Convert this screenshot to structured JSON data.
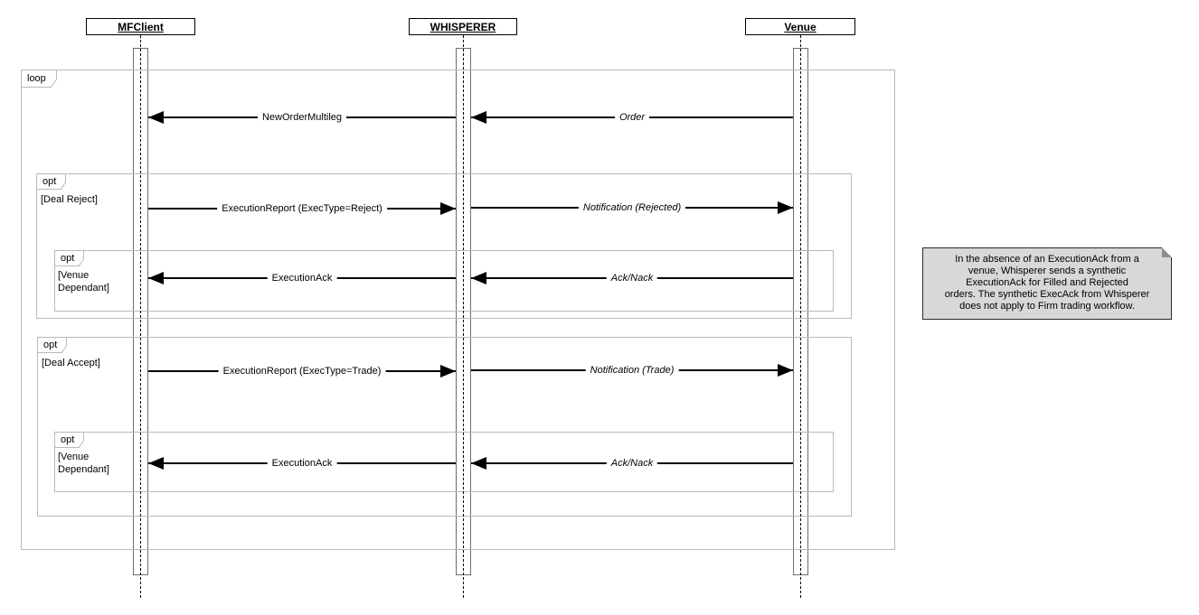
{
  "diagram": {
    "actors": [
      {
        "name": "MFClient"
      },
      {
        "name": "WHISPERER"
      },
      {
        "name": "Venue"
      }
    ],
    "fragments": [
      {
        "operator": "loop",
        "guard": ""
      },
      {
        "operator": "opt",
        "guard": "[Deal Reject]"
      },
      {
        "operator": "opt",
        "guard": "[Venue\nDependant]"
      },
      {
        "operator": "opt",
        "guard": "[Deal Accept]"
      },
      {
        "operator": "opt",
        "guard": "[Venue\nDependant]"
      }
    ],
    "messages": [
      {
        "label": "NewOrderMultileg",
        "from": "WHISPERER",
        "to": "MFClient",
        "style": "normal"
      },
      {
        "label": "Order",
        "from": "Venue",
        "to": "WHISPERER",
        "style": "italic"
      },
      {
        "label": "ExecutionReport (ExecType=Reject)",
        "from": "MFClient",
        "to": "WHISPERER",
        "style": "normal"
      },
      {
        "label": "Notification (Rejected)",
        "from": "WHISPERER",
        "to": "Venue",
        "style": "italic"
      },
      {
        "label": "ExecutionAck",
        "from": "WHISPERER",
        "to": "MFClient",
        "style": "normal"
      },
      {
        "label": "Ack/Nack",
        "from": "Venue",
        "to": "WHISPERER",
        "style": "italic"
      },
      {
        "label": "ExecutionReport (ExecType=Trade)",
        "from": "MFClient",
        "to": "WHISPERER",
        "style": "normal"
      },
      {
        "label": "Notification (Trade)",
        "from": "WHISPERER",
        "to": "Venue",
        "style": "italic"
      },
      {
        "label": "ExecutionAck",
        "from": "WHISPERER",
        "to": "MFClient",
        "style": "normal"
      },
      {
        "label": "Ack/Nack",
        "from": "Venue",
        "to": "WHISPERER",
        "style": "italic"
      }
    ],
    "note": {
      "text": "In the absence of an ExecutionAck from a\nvenue, Whisperer sends a synthetic\nExecutionAck for Filled and Rejected\norders. The synthetic ExecAck from Whisperer\ndoes not apply to Firm trading workflow."
    },
    "colors": {
      "frame_border": "#b9b9b9",
      "bar_border": "#6e6e6e",
      "note_bg": "#d8d8d8",
      "line": "#000000"
    }
  }
}
